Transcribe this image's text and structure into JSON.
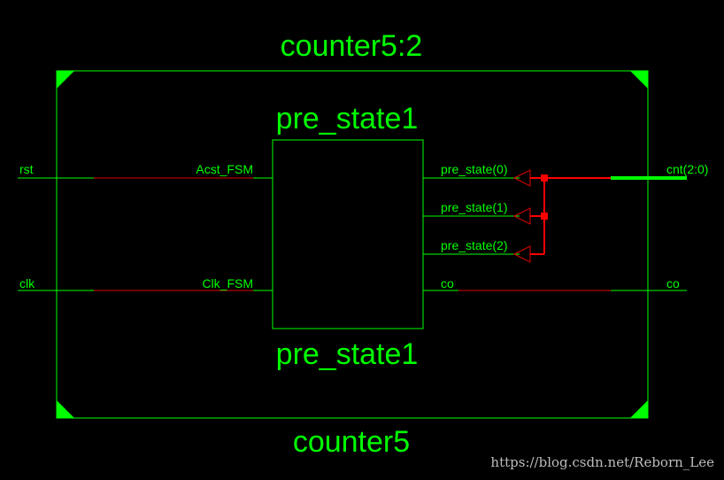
{
  "top": {
    "title": "counter5:2",
    "name": "counter5",
    "inputs": [
      "rst",
      "clk"
    ],
    "outputs": [
      "cnt(2:0)",
      "co"
    ]
  },
  "instance": {
    "title": "pre_state1",
    "name": "pre_state1",
    "input_pins": [
      "Acst_FSM",
      "Clk_FSM"
    ],
    "output_pins": [
      "pre_state(0)",
      "pre_state(1)",
      "pre_state(2)",
      "co"
    ]
  },
  "watermark": "https://blog.csdn.net/Reborn_Lee",
  "colors": {
    "background": "#000000",
    "outline": "#00ff00",
    "net": "#e00000",
    "bus": "#00ff00"
  }
}
